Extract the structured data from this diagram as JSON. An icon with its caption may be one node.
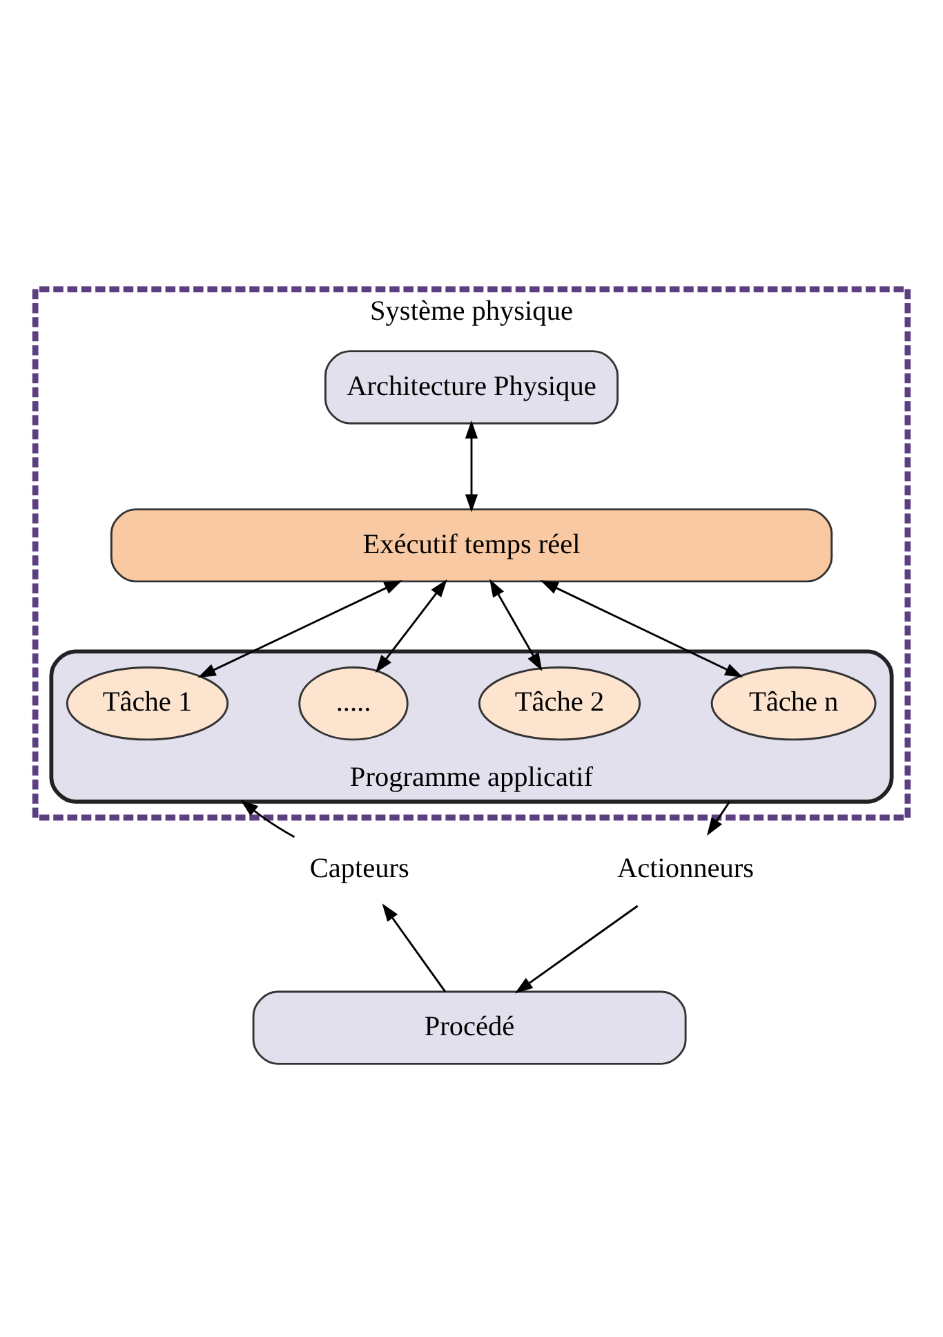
{
  "diagram": {
    "nodes": [
      {
        "text": [
          "Système physique"
        ]
      },
      {
        "text": [
          "Architecture Physique"
        ],
        "in": 0
      },
      {
        "text": [
          "Exécutif temps réel"
        ],
        "in": 0
      },
      {
        "text": [
          "Programme applicatif"
        ],
        "in": 0
      },
      {
        "text": [
          "Tâche 1"
        ],
        "in": 3
      },
      {
        "text": [
          "Tâche 2"
        ],
        "in": 3
      },
      {
        "text": [
          "....."
        ],
        "in": 3
      },
      {
        "text": [
          "Tâche n"
        ],
        "in": 3
      },
      {
        "text": [
          "Capteurs"
        ]
      },
      {
        "text": [
          "Actionneurs"
        ]
      },
      {
        "text": [
          "Procédé"
        ]
      }
    ],
    "edges": [
      {
        "from": 1,
        "to": 2,
        "arrow": "both"
      },
      {
        "from": 2,
        "to": 4,
        "arrow": "both"
      },
      {
        "from": 2,
        "to": 5,
        "arrow": "both"
      },
      {
        "from": 2,
        "to": 6,
        "arrow": "both"
      },
      {
        "from": 2,
        "to": 7,
        "arrow": "both"
      },
      {
        "from": 8,
        "to": 3,
        "arrow": "to"
      },
      {
        "from": 3,
        "to": 9,
        "arrow": "to"
      },
      {
        "from": 10,
        "to": 8,
        "arrow": "to"
      },
      {
        "from": 9,
        "to": 10,
        "arrow": "to"
      }
    ]
  }
}
